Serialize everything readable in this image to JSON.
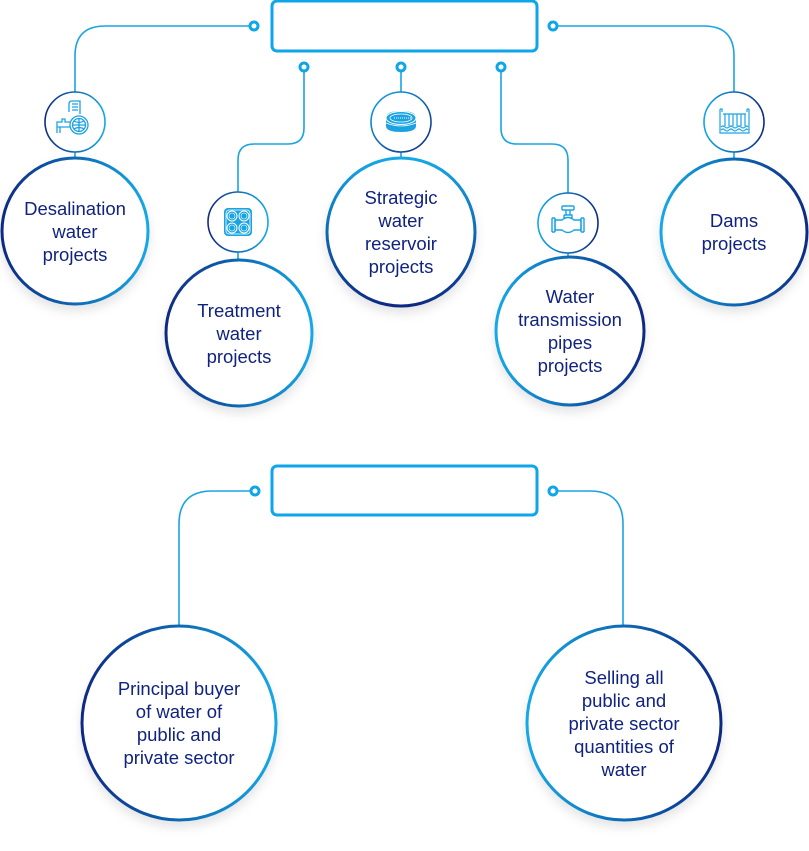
{
  "colors": {
    "connector": "#1aa3e3",
    "box_border": "#0ea5e9",
    "circle_dark": "#102a83",
    "circle_light": "#12a8e6",
    "text": "#10237f",
    "icon": "#1aa3e3"
  },
  "top_group": {
    "header_box_text": "",
    "nodes": [
      {
        "id": "desalination",
        "label": "Desalination\nwater\nprojects",
        "icon": "desalination-plant-icon"
      },
      {
        "id": "treatment",
        "label": "Treatment\nwater\nprojects",
        "icon": "treatment-tanks-icon"
      },
      {
        "id": "reservoir",
        "label": "Strategic\nwater\nreservoir\nprojects",
        "icon": "reservoir-tank-icon"
      },
      {
        "id": "transmission",
        "label": "Water\ntransmission\npipes\nprojects",
        "icon": "pipe-valve-icon"
      },
      {
        "id": "dams",
        "label": "Dams\nprojects",
        "icon": "dam-icon"
      }
    ]
  },
  "bottom_group": {
    "header_box_text": "",
    "nodes": [
      {
        "id": "buyer",
        "label": "Principal buyer\nof water of\npublic and\nprivate sector"
      },
      {
        "id": "seller",
        "label": "Selling all\npublic and\nprivate sector\nquantities of\nwater"
      }
    ]
  }
}
